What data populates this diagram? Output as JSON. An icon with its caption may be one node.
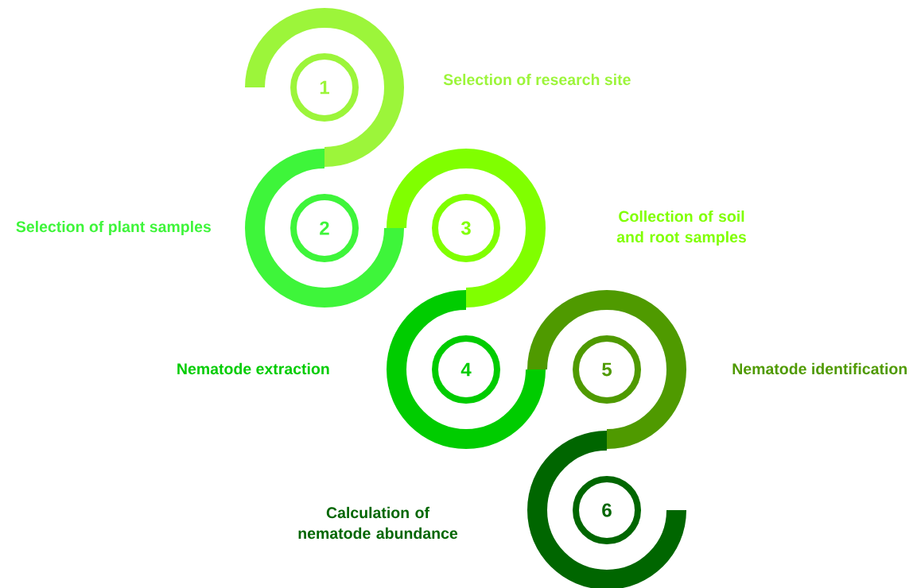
{
  "diagram": {
    "nodes": [
      {
        "text": [
          "1"
        ]
      },
      {
        "text": [
          "2"
        ]
      },
      {
        "text": [
          "3"
        ]
      },
      {
        "text": [
          "4"
        ]
      },
      {
        "text": [
          "5"
        ]
      },
      {
        "text": [
          "6"
        ]
      }
    ],
    "labels": [
      "Selection of research site",
      "Selection of plant samples",
      "Collection of soil and root samples",
      "Nematode extraction",
      "Nematode identification",
      "Calculation of nematode abundance"
    ]
  }
}
